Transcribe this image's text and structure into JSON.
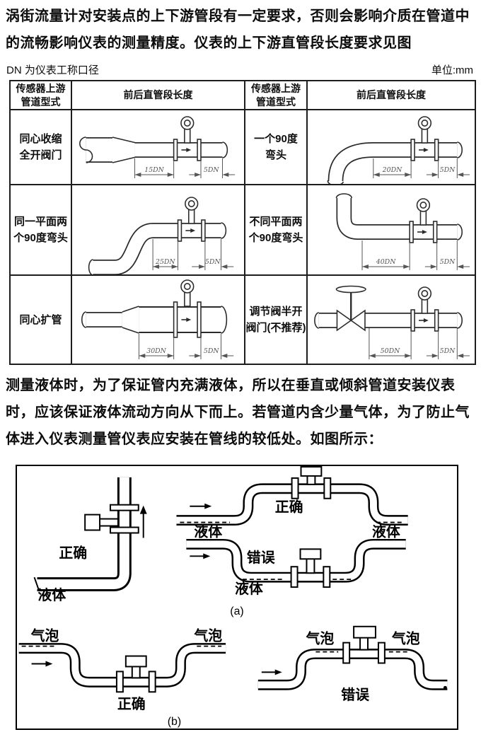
{
  "page": {
    "para1": "涡街流量计对安装点的上下游管段有一定要求，否则会影响介质在管道中的流畅影响仪表的测量精度。仪表的上下游直管段长度要求见图",
    "note_left": "DN 为仪表工称口径",
    "note_right": "单位:mm",
    "para2": "测量液体时，为了保证管内充满液体，所以在垂直或倾斜管道安装仪表时，应该保证液体流动方向从下而上。若管道内含少量气体，为了防止气体进入仪表测量管仪表应安装在管线的较低处。如图所示："
  },
  "table": {
    "headers": [
      [
        "传感器上游",
        "管道型式"
      ],
      [
        "前后直管段长度"
      ],
      [
        "传感器上游",
        "管道型式"
      ],
      [
        "前后直管段长度"
      ]
    ],
    "rows": [
      {
        "cells": [
          {
            "label": [
              "同心收缩",
              "全开阀门"
            ],
            "dims": [
              "15DN",
              "5DN"
            ]
          },
          {
            "label": [
              "一个90度",
              "弯头"
            ],
            "dims": [
              "20DN",
              "5DN"
            ]
          }
        ]
      },
      {
        "cells": [
          {
            "label": [
              "同一平面两",
              "个90度弯头"
            ],
            "dims": [
              "25DN",
              "5DN"
            ]
          },
          {
            "label": [
              "不同平面两",
              "个90度弯头"
            ],
            "dims": [
              "40DN",
              "5DN"
            ]
          }
        ]
      },
      {
        "cells": [
          {
            "label": [
              "同心扩管"
            ],
            "dims": [
              "30DN",
              "5DN"
            ]
          },
          {
            "label": [
              "调节阀半开",
              "阀门(不推荐)"
            ],
            "dims": [
              "50DN",
              "5DN"
            ]
          }
        ]
      }
    ]
  },
  "figure": {
    "a": {
      "caption": "(a)",
      "vertical": {
        "status": "正确",
        "fluid": "液体"
      },
      "over": {
        "status": "正确",
        "fluid_in": "液体",
        "fluid_out": "液体"
      },
      "under": {
        "status": "错误",
        "fluid": "液体"
      }
    },
    "b": {
      "caption": "(b)",
      "dip": {
        "status": "正确",
        "bubble_in": "气泡",
        "bubble_out": "气泡"
      },
      "rise": {
        "status": "错误",
        "bubble_left": "气泡",
        "bubble_right": "气泡"
      }
    }
  }
}
